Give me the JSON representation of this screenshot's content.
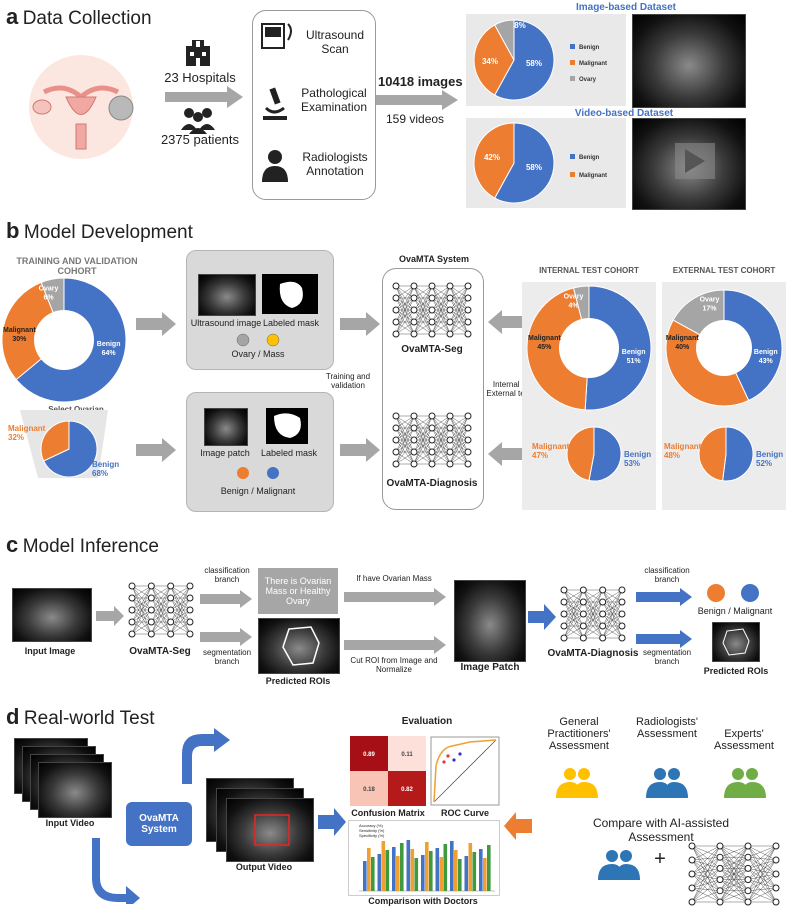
{
  "colors": {
    "benign": "#4472c4",
    "malignant": "#ed7d31",
    "ovary": "#a5a5a5",
    "arrow_gray": "#a6a6a6",
    "arrow_blue": "#4472c4"
  },
  "a": {
    "letter": "a",
    "title": "Data Collection",
    "hospitals": "23 Hospitals",
    "patients": "2375 patients",
    "steps": [
      "Ultrasound Scan",
      "Pathological Examination",
      "Radiologists Annotation"
    ],
    "images": "10418 images",
    "videos": "159 videos",
    "img_ds_title": "Image-based Dataset",
    "vid_ds_title": "Video-based Dataset",
    "legend": [
      "Benign",
      "Malignant",
      "Ovary"
    ],
    "img_pcts": [
      "58%",
      "34%",
      "8%"
    ],
    "vid_pcts": [
      "58%",
      "42%"
    ]
  },
  "b": {
    "letter": "b",
    "title": "Model Development",
    "train_title": "TRAINING AND VALIDATION COHORT",
    "train_labels": [
      "Ovary",
      "6%",
      "Malignant",
      "30%",
      "Benign",
      "64%"
    ],
    "select_label": "Select Ovarian Masses Images",
    "train_pie": [
      "Malignant",
      "32%",
      "Benign",
      "68%"
    ],
    "seg_panel": {
      "img1": "Ultrasound image",
      "img2": "Labeled mask",
      "legend": "Ovary / Mass"
    },
    "diag_panel": {
      "img1": "Image patch",
      "img2": "Labeled mask",
      "legend": "Benign / Malignant"
    },
    "training_label": "Training and validation",
    "system_title": "OvaMTA System",
    "seg_net": "OvaMTA-Seg",
    "diag_net": "OvaMTA-Diagnosis",
    "testing_label": "Internal and External testing",
    "internal_title": "INTERNAL TEST COHORT",
    "internal_labels": [
      "Ovary",
      "4%",
      "Malignant",
      "45%",
      "Benign",
      "51%"
    ],
    "internal_pie": [
      "Malignant",
      "47%",
      "Benign",
      "53%"
    ],
    "external_title": "EXTERNAL TEST COHORT",
    "external_labels": [
      "Ovary",
      "17%",
      "Malignant",
      "40%",
      "Benign",
      "43%"
    ],
    "external_pie": [
      "Malignant",
      "48%",
      "Benign",
      "52%"
    ]
  },
  "c": {
    "letter": "c",
    "title": "Model Inference",
    "input": "Input Image",
    "seg_net": "OvaMTA-Seg",
    "cls_branch": "classification branch",
    "seg_branch": "segmentation branch",
    "there_is": "There is Ovarian Mass or Healthy Ovary",
    "pred_rois": "Predicted ROIs",
    "if_have": "If have Ovarian Mass",
    "cut_roi": "Cut ROI from Image and Normalize",
    "patch": "Image Patch",
    "diag_net": "OvaMTA-Diagnosis",
    "cls_branch2": "classification branch",
    "seg_branch2": "segmentation branch",
    "bm": "Benign / Malignant",
    "pred_rois2": "Predicted ROIs"
  },
  "d": {
    "letter": "d",
    "title": "Real-world Test",
    "input_video": "Input Video",
    "system": "OvaMTA System",
    "output_video": "Output Video",
    "evaluation": "Evaluation",
    "cm_values": [
      "0.89",
      "0.11",
      "0.18",
      "0.82"
    ],
    "cm_label": "Confusion Matrix",
    "roc_label": "ROC Curve",
    "bar_legend": [
      "Accuracy (%)",
      "Sensitivity (%)",
      "Specificity (%)"
    ],
    "bar_label": "Comparison with Doctors",
    "gp": "General Practitioners' Assessment",
    "rad": "Radiologists' Assessment",
    "exp": "Experts' Assessment",
    "compare": "Compare with AI-assisted Assessment",
    "plus": "+"
  }
}
